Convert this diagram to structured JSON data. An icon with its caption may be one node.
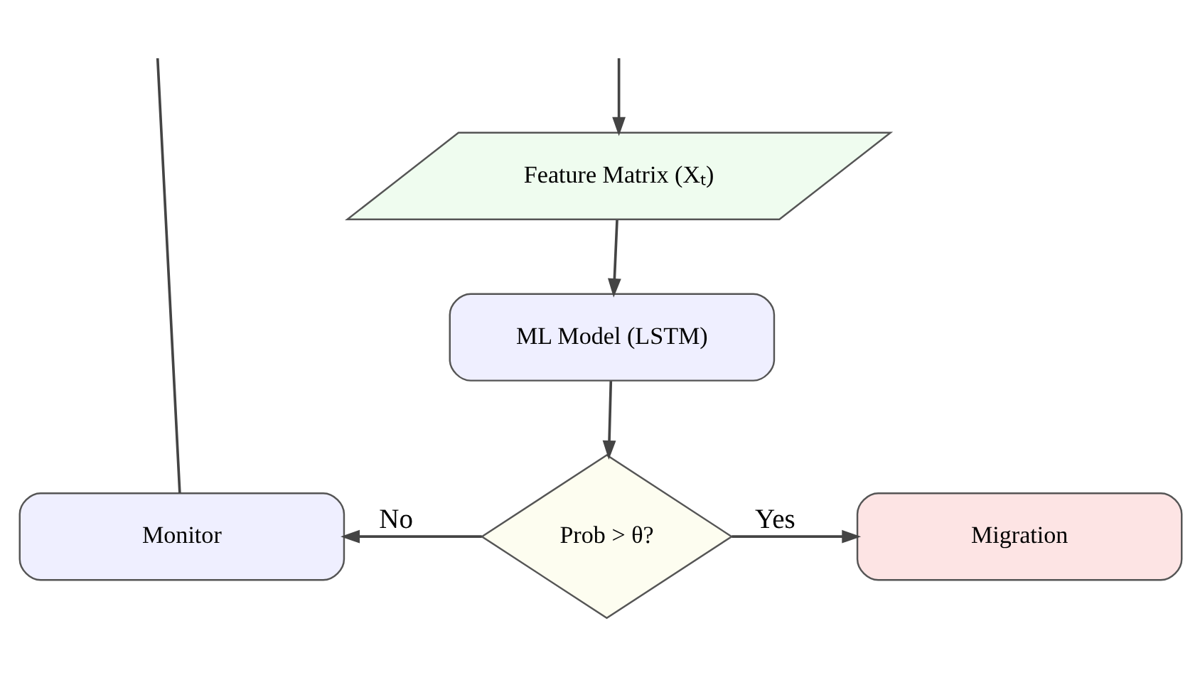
{
  "diagram": {
    "nodes": [
      {
        "text": [
          "Feature Matrix (Xₜ)"
        ]
      },
      {
        "text": [
          "ML Model (LSTM)"
        ]
      },
      {
        "text": [
          "Prob > θ?"
        ]
      },
      {
        "text": [
          "Monitor"
        ]
      },
      {
        "text": [
          "Migration"
        ]
      }
    ],
    "edges": [
      {
        "from": null,
        "to": 0,
        "arrow": "to"
      },
      {
        "from": 0,
        "to": 1,
        "arrow": "to"
      },
      {
        "from": 1,
        "to": 2,
        "arrow": "to"
      },
      {
        "from": 2,
        "to": 3,
        "arrow": "to",
        "label": "No"
      },
      {
        "from": 2,
        "to": 4,
        "arrow": "to",
        "label": "Yes"
      },
      {
        "from": 3,
        "to": null,
        "arrow": "none"
      }
    ]
  }
}
